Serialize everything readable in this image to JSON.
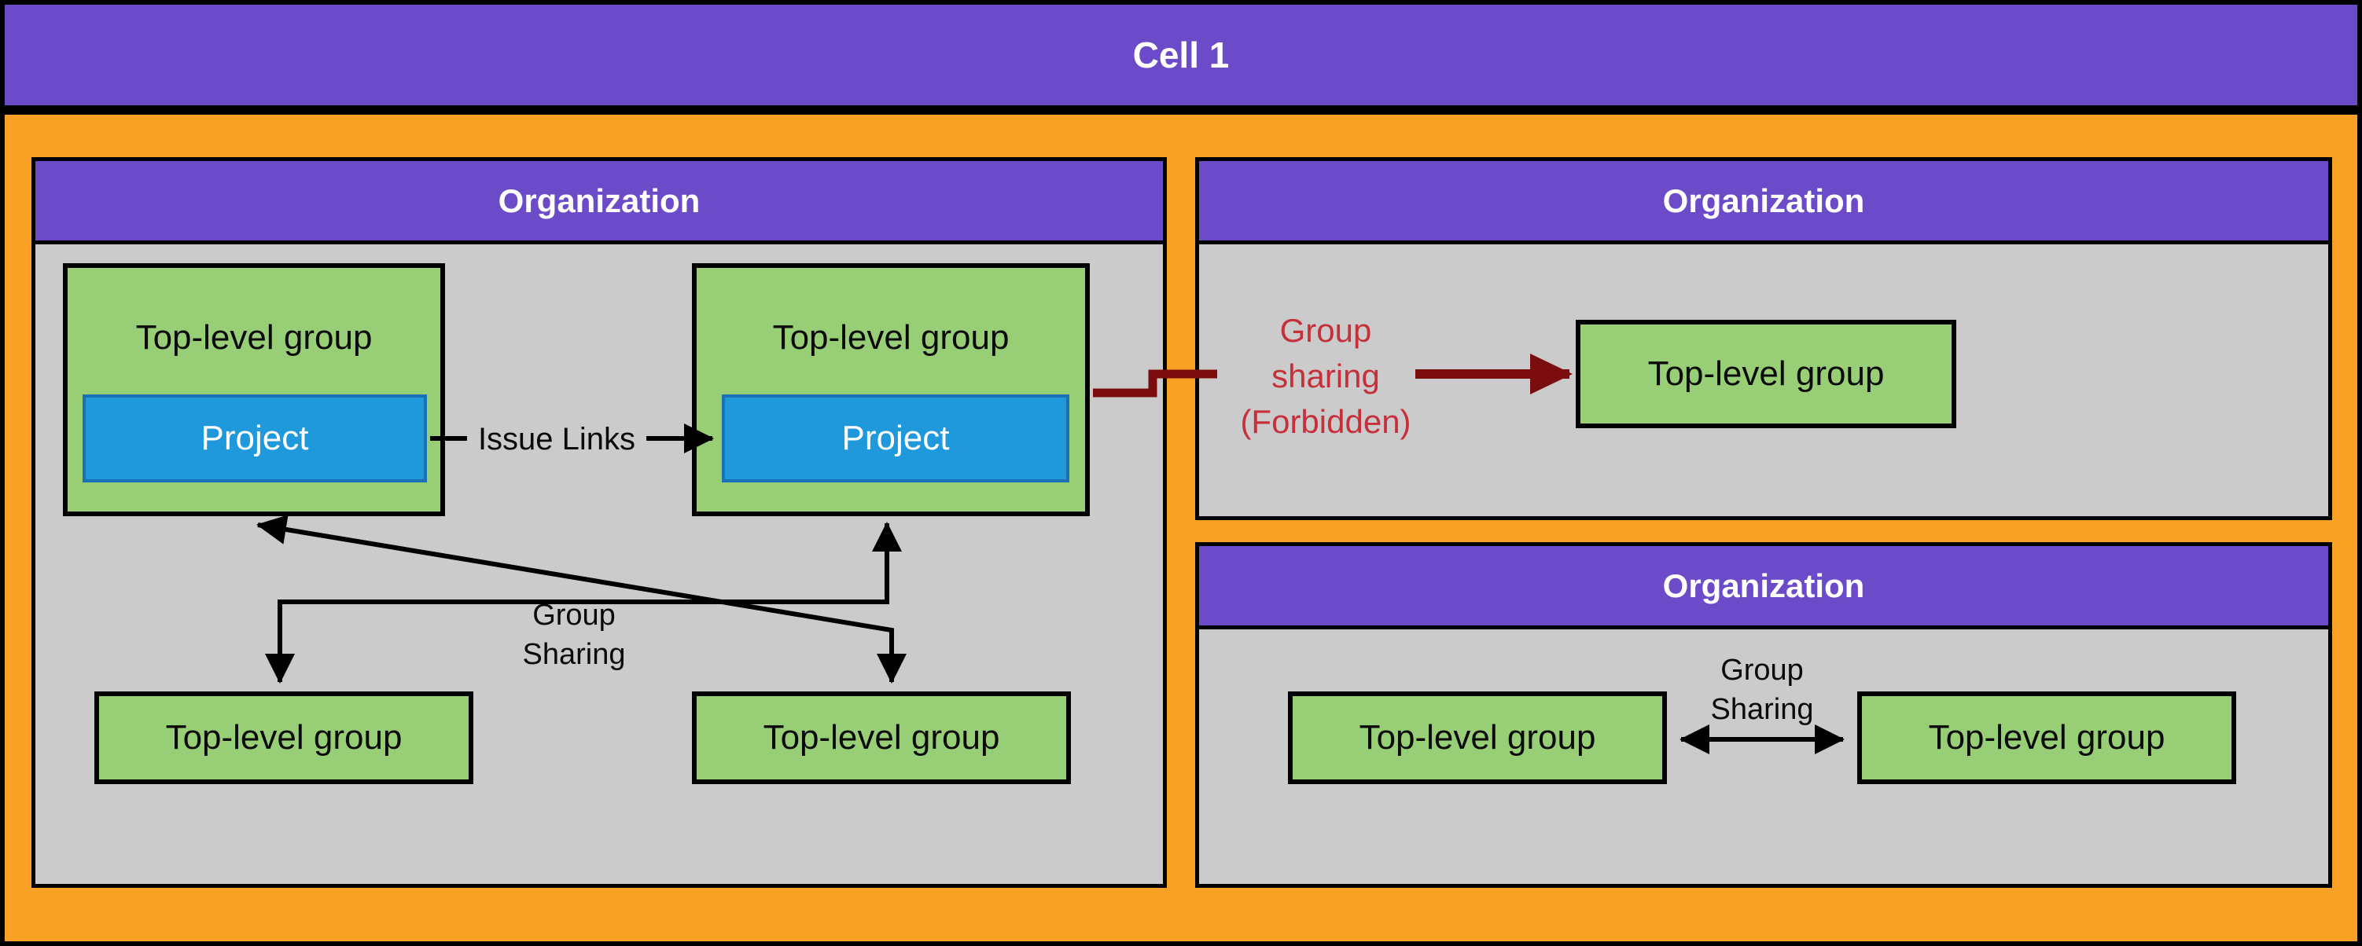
{
  "colors": {
    "purple": "#6C4BC8",
    "orange": "#F9A125",
    "gray": "#CBCBCB",
    "green": "#97CE76",
    "blue": "#2099DC",
    "blue_border": "#1A71B5",
    "black": "#000000",
    "dark_red": "#7B0D0E",
    "red_text": "#C5303A"
  },
  "cell_banner": {
    "label": "Cell 1"
  },
  "left_org": {
    "title": "Organization",
    "top_group_1": {
      "label": "Top-level group",
      "project_label": "Project"
    },
    "top_group_2": {
      "label": "Top-level group",
      "project_label": "Project"
    },
    "issue_links_label": "Issue Links",
    "group_sharing_label": {
      "line1": "Group",
      "line2": "Sharing"
    },
    "bottom_group_1": {
      "label": "Top-level group"
    },
    "bottom_group_2": {
      "label": "Top-level group"
    }
  },
  "top_right_org": {
    "title": "Organization",
    "forbidden_label": {
      "line1": "Group",
      "line2": "sharing",
      "line3": "(Forbidden)"
    },
    "group": {
      "label": "Top-level group"
    }
  },
  "bottom_right_org": {
    "title": "Organization",
    "group_sharing_label": {
      "line1": "Group",
      "line2": "Sharing"
    },
    "group_1": {
      "label": "Top-level group"
    },
    "group_2": {
      "label": "Top-level group"
    }
  }
}
